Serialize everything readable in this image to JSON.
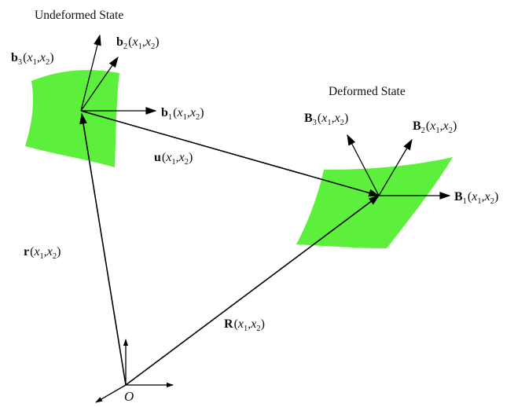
{
  "titles": {
    "undeformed": "Undeformed State",
    "deformed": "Deformed State"
  },
  "origin_label": "O",
  "vectors": {
    "r": {
      "sym": "r",
      "idx": "",
      "args": [
        "x",
        "1",
        "x",
        "2"
      ]
    },
    "R": {
      "sym": "R",
      "idx": "",
      "args": [
        "x",
        "1",
        "x",
        "2"
      ]
    },
    "u": {
      "sym": "u",
      "idx": "",
      "args": [
        "x",
        "1",
        "x",
        "2"
      ]
    },
    "b1": {
      "sym": "b",
      "idx": "1",
      "args": [
        "x",
        "1",
        "x",
        "2"
      ]
    },
    "b2": {
      "sym": "b",
      "idx": "2",
      "args": [
        "x",
        "1",
        "x",
        "2"
      ]
    },
    "b3": {
      "sym": "b",
      "idx": "3",
      "args": [
        "x",
        "1",
        "x",
        "2"
      ]
    },
    "B1": {
      "sym": "B",
      "idx": "1",
      "args": [
        "x",
        "1",
        "x",
        "2"
      ]
    },
    "B2": {
      "sym": "B",
      "idx": "2",
      "args": [
        "x",
        "1",
        "x",
        "2"
      ]
    },
    "B3": {
      "sym": "B",
      "idx": "3",
      "args": [
        "x",
        "1",
        "x",
        "2"
      ]
    }
  },
  "colors": {
    "surface": "#5cf03c",
    "line": "#000000"
  }
}
